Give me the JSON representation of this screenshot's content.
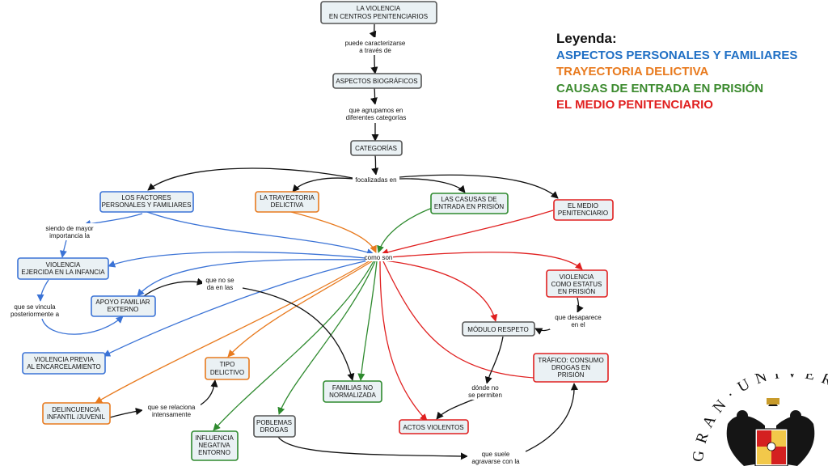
{
  "legend": {
    "title": "Leyenda:",
    "items": [
      {
        "label": "ASPECTOS PERSONALES Y FAMILIARES",
        "color": "#1f6fc4"
      },
      {
        "label": "TRAYECTORIA DELICTIVA",
        "color": "#e87a1e"
      },
      {
        "label": "CAUSAS DE ENTRADA EN PRISIÓN",
        "color": "#3b8a2e"
      },
      {
        "label": "EL MEDIO PENITENCIARIO",
        "color": "#e02020"
      }
    ]
  },
  "colors": {
    "gray": "#555555",
    "blue": "#3b73d6",
    "orange": "#e87a1e",
    "green": "#2e8a2e",
    "red": "#e02020",
    "black": "#111111"
  },
  "nodes": {
    "violencia": [
      "LA VIOLENCIA",
      "EN CENTROS PENITENCIARIOS"
    ],
    "biograficos": [
      "ASPECTOS BIOGRÁFICOS"
    ],
    "categorias": [
      "CATEGORÍAS"
    ],
    "factores": [
      "LOS FACTORES",
      "PERSONALES Y FAMILIARES"
    ],
    "trayectoria": [
      "LA TRAYECTORIA",
      "DELICTIVA"
    ],
    "causas": [
      "LAS CASUSAS DE",
      "ENTRADA EN PRISIÓN"
    ],
    "medio": [
      "EL MEDIO",
      "PENITENCIARIO"
    ],
    "viol_infancia": [
      "VIOLENCIA",
      "EJERCIDA EN LA INFANCIA"
    ],
    "apoyo": [
      "APOYO FAMILIAR",
      "EXTERNO"
    ],
    "viol_previa": [
      "VIOLENCIA PREVIA",
      "AL ENCARCELAMIENTO"
    ],
    "tipo": [
      "TIPO",
      "DELICTIVO"
    ],
    "delincuencia": [
      "DELINCUENCIA",
      "INFANTIL /JUVENIL"
    ],
    "familias": [
      "FAMILIAS NO",
      "NORMALIZADA"
    ],
    "influencia": [
      "INFLUENCIA",
      "NEGATIVA",
      "ENTORNO"
    ],
    "poblemas": [
      "POBLEMAS",
      "DROGAS"
    ],
    "actos": [
      "ACTOS VIOLENTOS"
    ],
    "modulo": [
      "MÓDULO RESPETO"
    ],
    "estatus": [
      "VIOLENCIA",
      "COMO ESTATUS",
      "EN PRISIÓN"
    ],
    "trafico": [
      "TRÁFICO: CONSUMO",
      "DROGAS EN",
      "PRISIÓN"
    ]
  },
  "links": {
    "caracterizarse": [
      "puede caracterizarse",
      "a través de"
    ],
    "agrupamos": [
      "que agrupamos en",
      "diferentes categorías"
    ],
    "focalizadas": [
      "focalizadas en"
    ],
    "como_son": [
      "como son"
    ],
    "siendo": [
      "siendo de mayor",
      "importancia la"
    ],
    "vincula": [
      "que se vincula",
      "posteriormente a"
    ],
    "no_se_dan": [
      "que no se",
      "da en las"
    ],
    "relaciona": [
      "que se relaciona",
      "intensamente"
    ],
    "desaparece": [
      "que desaparece",
      "en el"
    ],
    "donde": [
      "dónde no",
      "se permiten"
    ],
    "agravarse": [
      "que suele",
      "agravarse con la"
    ]
  },
  "seal_text": "· G R A N · U N I V E R S I T A S"
}
